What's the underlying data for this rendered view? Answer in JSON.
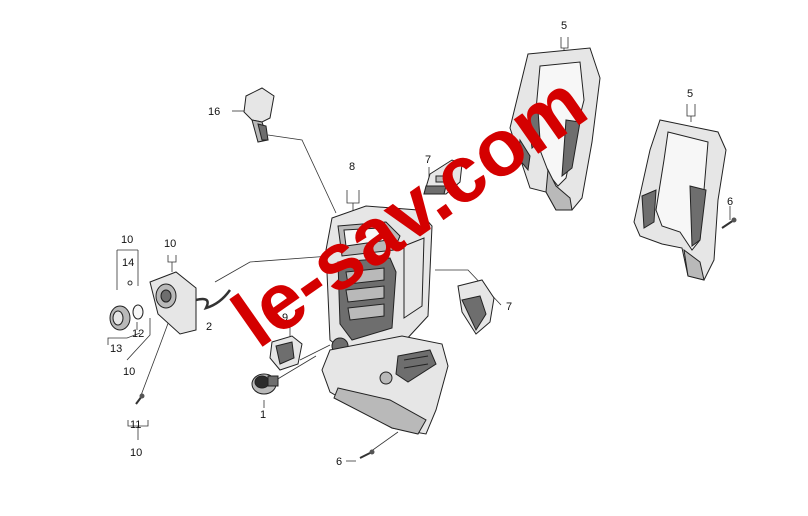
{
  "diagram": {
    "callouts": [
      {
        "id": "c1",
        "text": "1"
      },
      {
        "id": "c2",
        "text": "2"
      },
      {
        "id": "c5a",
        "text": "5"
      },
      {
        "id": "c5b",
        "text": "5"
      },
      {
        "id": "c6a",
        "text": "6"
      },
      {
        "id": "c6b",
        "text": "6"
      },
      {
        "id": "c7a",
        "text": "7"
      },
      {
        "id": "c7b",
        "text": "7"
      },
      {
        "id": "c8",
        "text": "8"
      },
      {
        "id": "c9",
        "text": "9"
      },
      {
        "id": "c10a",
        "text": "10"
      },
      {
        "id": "c10b",
        "text": "10"
      },
      {
        "id": "c10c",
        "text": "10"
      },
      {
        "id": "c10d",
        "text": "10"
      },
      {
        "id": "c11",
        "text": "11"
      },
      {
        "id": "c12",
        "text": "12"
      },
      {
        "id": "c13",
        "text": "13"
      },
      {
        "id": "c14",
        "text": "14"
      },
      {
        "id": "c16",
        "text": "16"
      }
    ],
    "watermark": "le-sav.com",
    "watermark_color": "#d40000"
  }
}
